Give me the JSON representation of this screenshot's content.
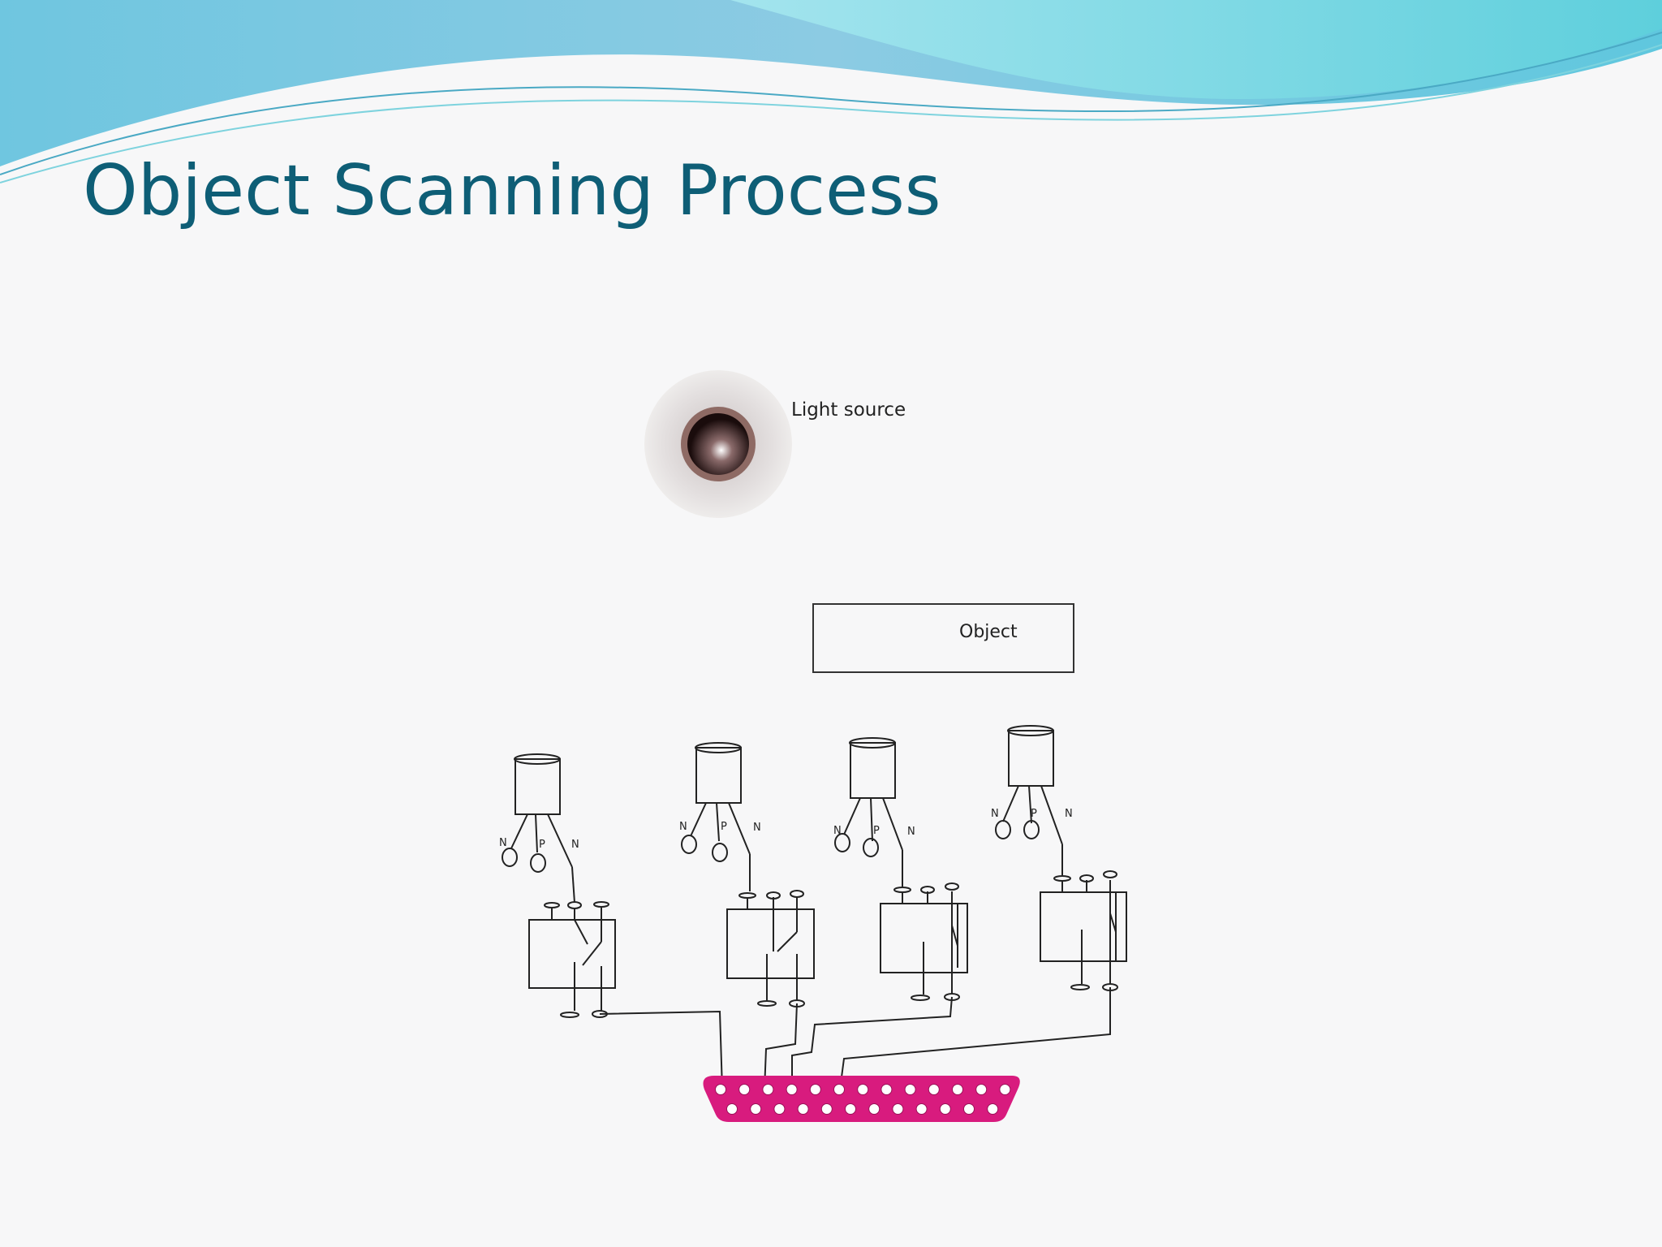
{
  "slide": {
    "title": "Object Scanning Process",
    "title_color": "#0e5e76",
    "accent_colors": [
      "#7fc4de",
      "#66d6dc"
    ]
  },
  "diagram": {
    "light_source_label": "Light source",
    "object_label": "Object",
    "sensors": [
      {
        "left_pin": "N",
        "middle_pin": "P",
        "right_pin": "N"
      },
      {
        "left_pin": "N",
        "middle_pin": "P",
        "right_pin": "N"
      },
      {
        "left_pin": "N",
        "middle_pin": "P",
        "right_pin": "N"
      },
      {
        "left_pin": "N",
        "middle_pin": "P",
        "right_pin": "N"
      }
    ],
    "connector_color": "#d81b7e"
  }
}
